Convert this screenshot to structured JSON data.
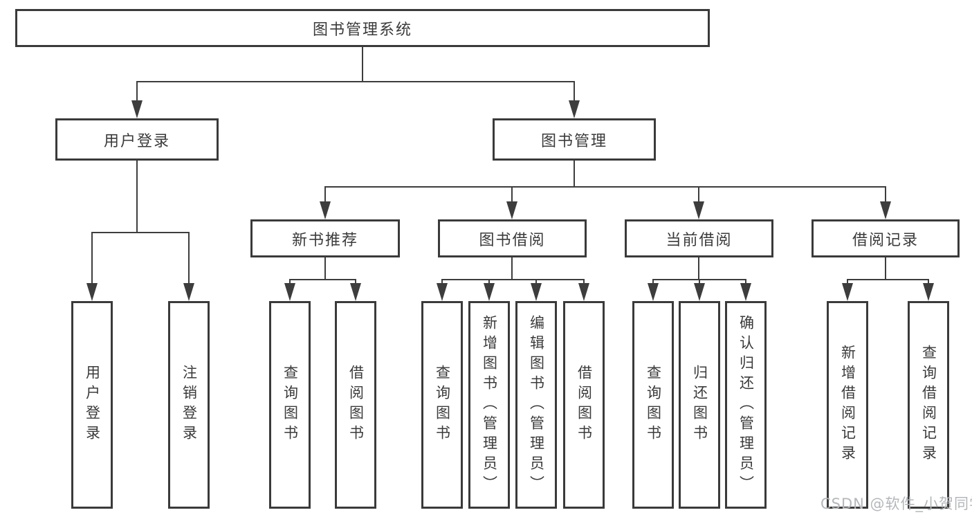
{
  "diagram": {
    "root": {
      "label": "图书管理系统"
    },
    "level2": [
      {
        "label": "用户登录",
        "children": [
          {
            "label": "用户登录"
          },
          {
            "label": "注销登录"
          }
        ]
      },
      {
        "label": "图书管理",
        "children": [
          {
            "label": "新书推荐",
            "children": [
              {
                "label": "查询图书"
              },
              {
                "label": "借阅图书"
              }
            ]
          },
          {
            "label": "图书借阅",
            "children": [
              {
                "label": "查询图书"
              },
              {
                "label": "新增图书（管理员）"
              },
              {
                "label": "编辑图书（管理员）"
              },
              {
                "label": "借阅图书"
              }
            ]
          },
          {
            "label": "当前借阅",
            "children": [
              {
                "label": "查询图书"
              },
              {
                "label": "归还图书"
              },
              {
                "label": "确认归还（管理员）"
              }
            ]
          },
          {
            "label": "借阅记录",
            "children": [
              {
                "label": "新增借阅记录"
              },
              {
                "label": "查询借阅记录"
              }
            ]
          }
        ]
      }
    ],
    "watermark": "CSDN @软件_小贺同学"
  },
  "colors": {
    "line": "#3d3d3d",
    "border": "#3a3a3a",
    "text": "#3a3a3a",
    "watermark": "#b4b7ba",
    "background": "#ffffff"
  }
}
